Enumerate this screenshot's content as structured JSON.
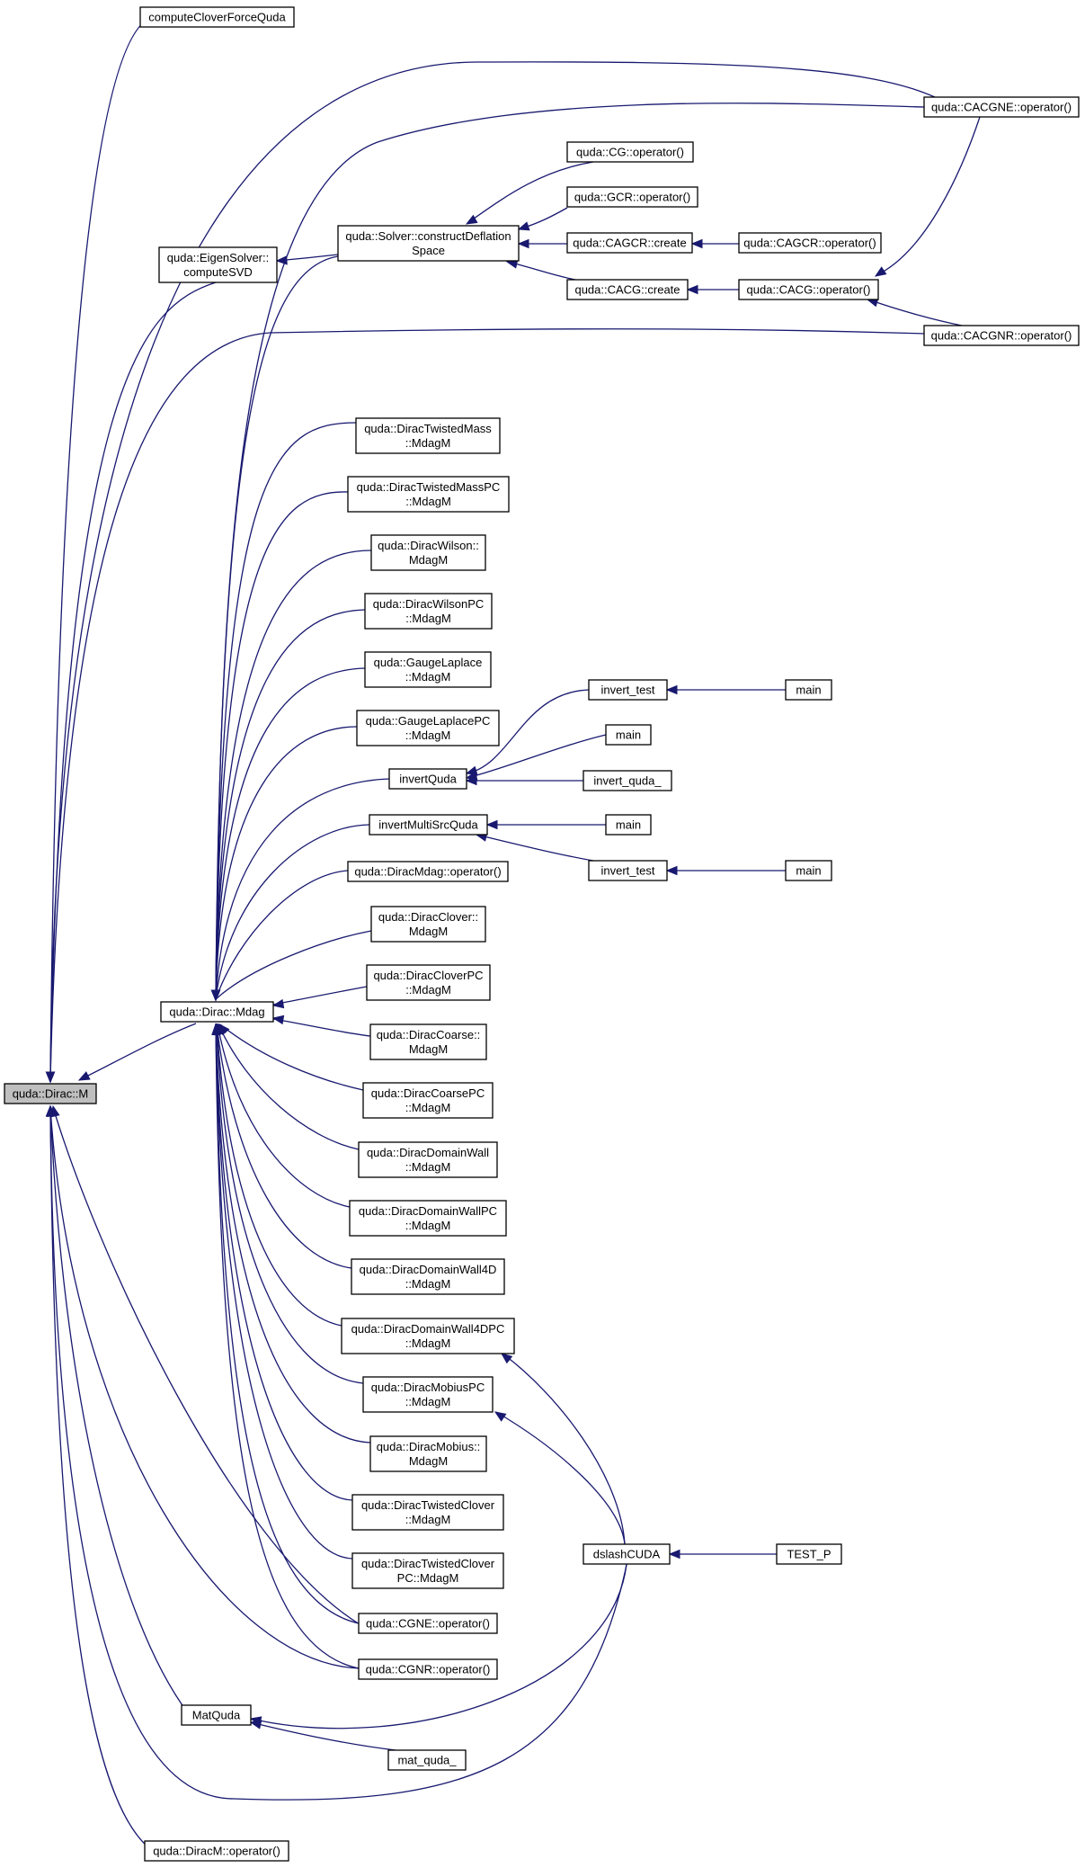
{
  "graph": {
    "colors": {
      "edge": "#191970",
      "node_border": "#000000",
      "root_fill": "#bfbfbf",
      "node_fill": "#ffffff"
    },
    "nodes": [
      {
        "id": "M",
        "lines": [
          "quda::Dirac::M"
        ],
        "root": true
      },
      {
        "id": "cloverForce",
        "lines": [
          "computeCloverForceQuda"
        ]
      },
      {
        "id": "eigenSVD",
        "lines": [
          "quda::EigenSolver::",
          "computeSVD"
        ]
      },
      {
        "id": "solverDefl",
        "lines": [
          "quda::Solver::constructDeflation",
          "Space"
        ]
      },
      {
        "id": "cgOp",
        "lines": [
          "quda::CG::operator()"
        ]
      },
      {
        "id": "gcrOp",
        "lines": [
          "quda::GCR::operator()"
        ]
      },
      {
        "id": "cagcrCreate",
        "lines": [
          "quda::CAGCR::create"
        ]
      },
      {
        "id": "cagcrOp",
        "lines": [
          "quda::CAGCR::operator()"
        ]
      },
      {
        "id": "cacgCreate",
        "lines": [
          "quda::CACG::create"
        ]
      },
      {
        "id": "cacgOp",
        "lines": [
          "quda::CACG::operator()"
        ]
      },
      {
        "id": "cacgneOp",
        "lines": [
          "quda::CACGNE::operator()"
        ]
      },
      {
        "id": "cacgnrOp",
        "lines": [
          "quda::CACGNR::operator()"
        ]
      },
      {
        "id": "Mdag",
        "lines": [
          "quda::Dirac::Mdag"
        ]
      },
      {
        "id": "twMass",
        "lines": [
          "quda::DiracTwistedMass",
          "::MdagM"
        ]
      },
      {
        "id": "twMassPC",
        "lines": [
          "quda::DiracTwistedMassPC",
          "::MdagM"
        ]
      },
      {
        "id": "wilson",
        "lines": [
          "quda::DiracWilson::",
          "MdagM"
        ]
      },
      {
        "id": "wilsonPC",
        "lines": [
          "quda::DiracWilsonPC",
          "::MdagM"
        ]
      },
      {
        "id": "gLap",
        "lines": [
          "quda::GaugeLaplace",
          "::MdagM"
        ]
      },
      {
        "id": "gLapPC",
        "lines": [
          "quda::GaugeLaplacePC",
          "::MdagM"
        ]
      },
      {
        "id": "invertQuda",
        "lines": [
          "invertQuda"
        ]
      },
      {
        "id": "invertTest1",
        "lines": [
          "invert_test"
        ]
      },
      {
        "id": "main1",
        "lines": [
          "main"
        ]
      },
      {
        "id": "main2",
        "lines": [
          "main"
        ]
      },
      {
        "id": "invertQuda_",
        "lines": [
          "invert_quda_"
        ]
      },
      {
        "id": "invertMulti",
        "lines": [
          "invertMultiSrcQuda"
        ]
      },
      {
        "id": "main3",
        "lines": [
          "main"
        ]
      },
      {
        "id": "invertTest2",
        "lines": [
          "invert_test"
        ]
      },
      {
        "id": "main4",
        "lines": [
          "main"
        ]
      },
      {
        "id": "mdagOp",
        "lines": [
          "quda::DiracMdag::operator()"
        ]
      },
      {
        "id": "clover",
        "lines": [
          "quda::DiracClover::",
          "MdagM"
        ]
      },
      {
        "id": "cloverPC",
        "lines": [
          "quda::DiracCloverPC",
          "::MdagM"
        ]
      },
      {
        "id": "coarse",
        "lines": [
          "quda::DiracCoarse::",
          "MdagM"
        ]
      },
      {
        "id": "coarsePC",
        "lines": [
          "quda::DiracCoarsePC",
          "::MdagM"
        ]
      },
      {
        "id": "dw",
        "lines": [
          "quda::DiracDomainWall",
          "::MdagM"
        ]
      },
      {
        "id": "dwPC",
        "lines": [
          "quda::DiracDomainWallPC",
          "::MdagM"
        ]
      },
      {
        "id": "dw4",
        "lines": [
          "quda::DiracDomainWall4D",
          "::MdagM"
        ]
      },
      {
        "id": "dw4PC",
        "lines": [
          "quda::DiracDomainWall4DPC",
          "::MdagM"
        ]
      },
      {
        "id": "mobPC",
        "lines": [
          "quda::DiracMobiusPC",
          "::MdagM"
        ]
      },
      {
        "id": "mob",
        "lines": [
          "quda::DiracMobius::",
          "MdagM"
        ]
      },
      {
        "id": "twClover",
        "lines": [
          "quda::DiracTwistedClover",
          "::MdagM"
        ]
      },
      {
        "id": "twCloverPC",
        "lines": [
          "quda::DiracTwistedClover",
          "PC::MdagM"
        ]
      },
      {
        "id": "dslash",
        "lines": [
          "dslashCUDA"
        ]
      },
      {
        "id": "testP",
        "lines": [
          "TEST_P"
        ]
      },
      {
        "id": "cgneOp",
        "lines": [
          "quda::CGNE::operator()"
        ]
      },
      {
        "id": "cgnrOp",
        "lines": [
          "quda::CGNR::operator()"
        ]
      },
      {
        "id": "matQuda",
        "lines": [
          "MatQuda"
        ]
      },
      {
        "id": "matQuda_",
        "lines": [
          "mat_quda_"
        ]
      },
      {
        "id": "diracMOp",
        "lines": [
          "quda::DiracM::operator()"
        ]
      }
    ]
  }
}
